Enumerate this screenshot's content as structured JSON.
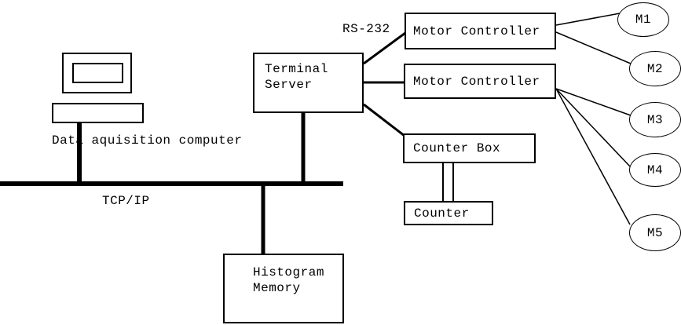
{
  "diagram": {
    "labels": {
      "data_acquisition": "Data aquisition computer",
      "tcp_ip": "TCP/IP",
      "rs_232": "RS-232"
    },
    "nodes": {
      "terminal_server": "Terminal\nServer",
      "motor_controller_1": "Motor Controller",
      "motor_controller_2": "Motor Controller",
      "counter_box": "Counter Box",
      "counter": "Counter",
      "histogram_memory": "Histogram\nMemory"
    },
    "motors": [
      "M1",
      "M2",
      "M3",
      "M4",
      "M5"
    ],
    "colors": {
      "line": "#000000",
      "background": "#ffffff"
    }
  }
}
